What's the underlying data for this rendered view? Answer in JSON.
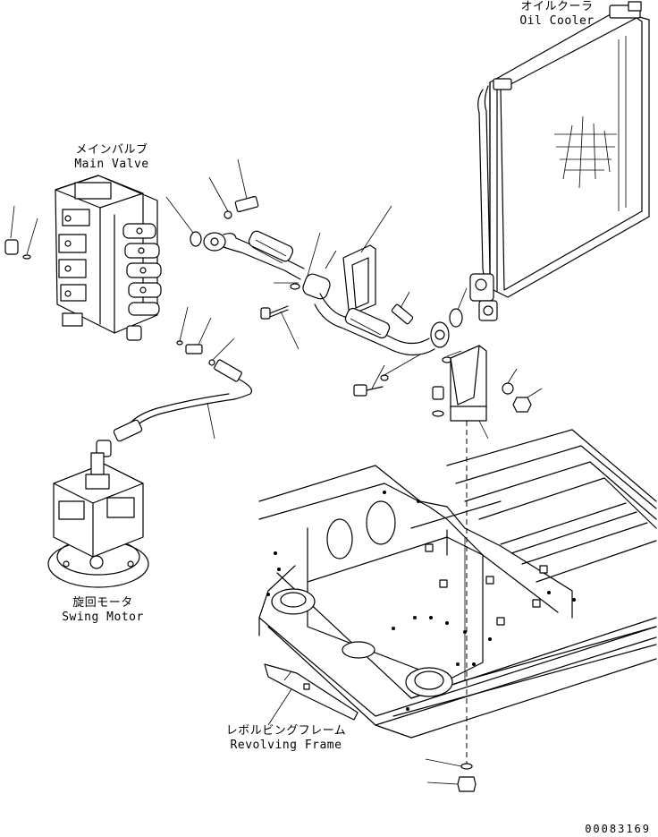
{
  "labels": {
    "oil_cooler_jp": "オイルクーラ",
    "oil_cooler_en": "Oil Cooler",
    "main_valve_jp": "メインバルブ",
    "main_valve_en": "Main Valve",
    "swing_motor_jp": "旋回モータ",
    "swing_motor_en": "Swing Motor",
    "revolving_frame_jp": "レボルビングフレーム",
    "revolving_frame_en": "Revolving Frame"
  },
  "drawing_number": "00083169"
}
